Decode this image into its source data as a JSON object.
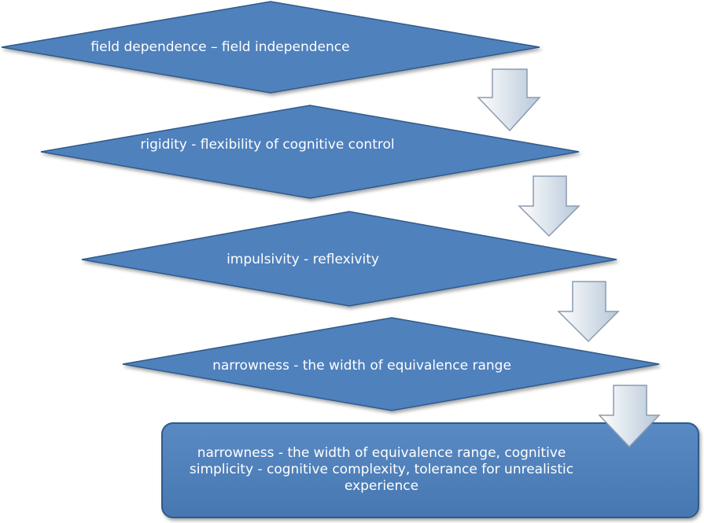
{
  "colors": {
    "shape_fill": "#4f81bd",
    "shape_stroke": "#2f5a8a",
    "arrow_fill_light": "#ffffff",
    "arrow_fill_dark": "#b7c7d8",
    "arrow_stroke": "#8a9bb0",
    "text": "#ffffff"
  },
  "steps": [
    {
      "shape": "diamond",
      "text": "field dependence – field independence"
    },
    {
      "shape": "diamond",
      "text": "rigidity - flexibility of cognitive control"
    },
    {
      "shape": "diamond",
      "text": "impulsivity - reflexivity"
    },
    {
      "shape": "diamond",
      "text": "narrowness - the width of equivalence range"
    },
    {
      "shape": "rounded-rectangle",
      "text": "narrowness - the width of equivalence range, cognitive simplicity - cognitive complexity, tolerance for unrealistic experience"
    }
  ],
  "connectors": [
    {
      "from": 1,
      "to": 2,
      "icon": "down-arrow-icon"
    },
    {
      "from": 2,
      "to": 3,
      "icon": "down-arrow-icon"
    },
    {
      "from": 3,
      "to": 4,
      "icon": "down-arrow-icon"
    },
    {
      "from": 4,
      "to": 5,
      "icon": "down-arrow-icon"
    }
  ]
}
